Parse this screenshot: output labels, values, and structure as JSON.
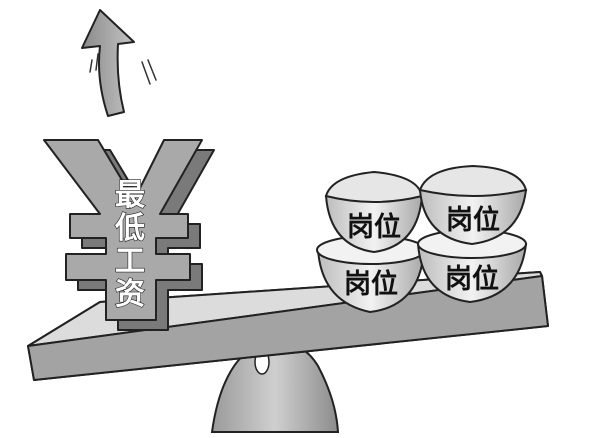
{
  "yen": {
    "vertical_label": [
      "最",
      "低",
      "工",
      "资"
    ]
  },
  "bowls": [
    {
      "label": "岗位"
    },
    {
      "label": "岗位"
    },
    {
      "label": "岗位"
    },
    {
      "label": "岗位"
    }
  ],
  "colors": {
    "outline": "#222222",
    "light_gray": "#d9d9d9",
    "mid_gray": "#a6a6a6",
    "dark_gray": "#7a7a7a",
    "white": "#ffffff"
  }
}
